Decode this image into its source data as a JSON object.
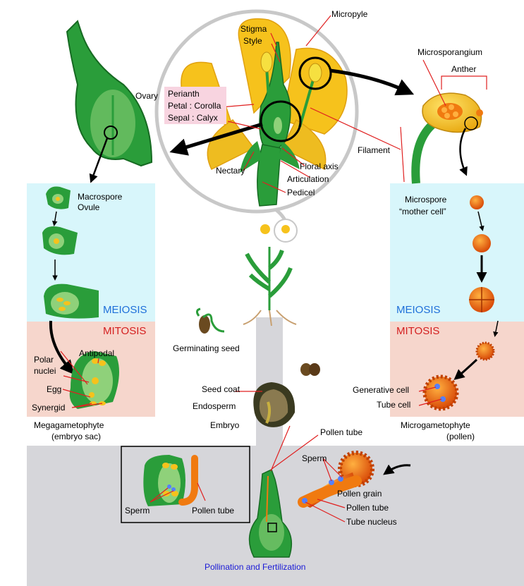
{
  "flower_labels": {
    "micropyle": "Micropyle",
    "stigma": "Stigma",
    "style": "Style",
    "ovary": "Ovary",
    "perianth": "Perianth",
    "petal": "Petal : Corolla",
    "sepal": "Sepal : Calyx",
    "nectary": "Nectary",
    "floral_axis": "Floral axis",
    "articulation": "Articulation",
    "pedicel": "Pedicel",
    "filament": "Filament",
    "microsporangium": "Microsporangium",
    "anther": "Anther"
  },
  "female_labels": {
    "macrospore": "Macrospore",
    "ovule": "Ovule",
    "meiosis": "MEIOSIS",
    "mitosis": "MITOSIS",
    "antipodal": "Antipodal",
    "polar": "Polar",
    "nuclei": "nuclei",
    "egg": "Egg",
    "synergid": "Synergid",
    "megagametophyte": "Megagametophyte",
    "embryo_sac": "(embryo sac)"
  },
  "male_labels": {
    "microspore": "Microspore",
    "mother_cell": "“mother cell”",
    "meiosis": "MEIOSIS",
    "mitosis": "MITOSIS",
    "generative_cell": "Generative cell",
    "tube_cell": "Tube cell",
    "microgametophyte": "Microgametophyte",
    "pollen": "(pollen)"
  },
  "center_labels": {
    "germinating_seed": "Germinating seed",
    "seed_coat": "Seed coat",
    "endosperm": "Endosperm",
    "embryo": "Embryo"
  },
  "bottom_labels": {
    "pollen_tube_top": "Pollen tube",
    "sperm_right": "Sperm",
    "pollen_grain": "Pollen grain",
    "pollen_tube_right": "Pollen tube",
    "tube_nucleus": "Tube nucleus",
    "sperm_inset": "Sperm",
    "pollen_tube_inset": "Pollen tube",
    "title": "Pollination and Fertilization"
  },
  "colors": {
    "green": "#2a9d3a",
    "dark_green": "#166a22",
    "light_green": "#8fd17a",
    "yellow": "#f6c21c",
    "orange": "#f07a10",
    "meiosis_bg": "#d8f6fb",
    "mitosis_bg": "#f6d6cc",
    "bottom_bg": "#d6d6da",
    "perianth_bg": "#f8d4e0"
  }
}
